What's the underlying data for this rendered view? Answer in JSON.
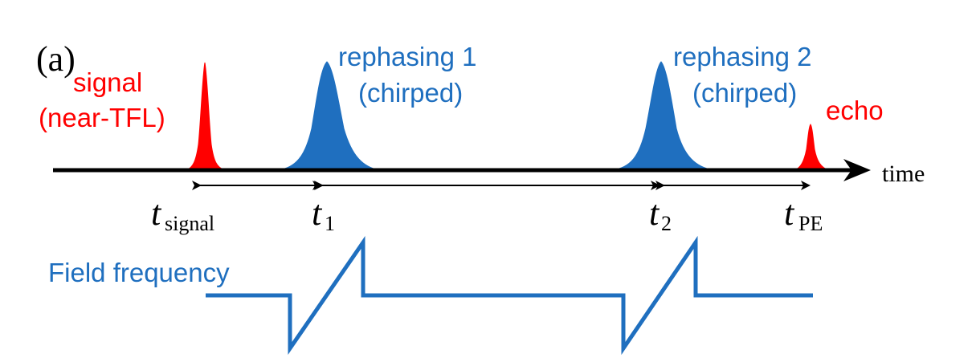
{
  "panel_label": "(a)",
  "colors": {
    "signal_red": "#ff0000",
    "pulse_blue": "#1f6fbf",
    "axis_black": "#000000"
  },
  "labels": {
    "signal": {
      "line1": "signal",
      "line2": "(near-TFL)"
    },
    "rephasing1": {
      "line1": "rephasing 1",
      "line2": "(chirped)"
    },
    "rephasing2": {
      "line1": "rephasing 2",
      "line2": "(chirped)"
    },
    "echo": "echo",
    "time_axis": "time",
    "field_frequency": "Field frequency"
  },
  "time_markers": {
    "t_signal": {
      "base": "t",
      "sub": "signal"
    },
    "t1": {
      "base": "t",
      "sub": "1"
    },
    "t2": {
      "base": "t",
      "sub": "2"
    },
    "t_pe": {
      "base": "t",
      "sub": "PE"
    }
  }
}
